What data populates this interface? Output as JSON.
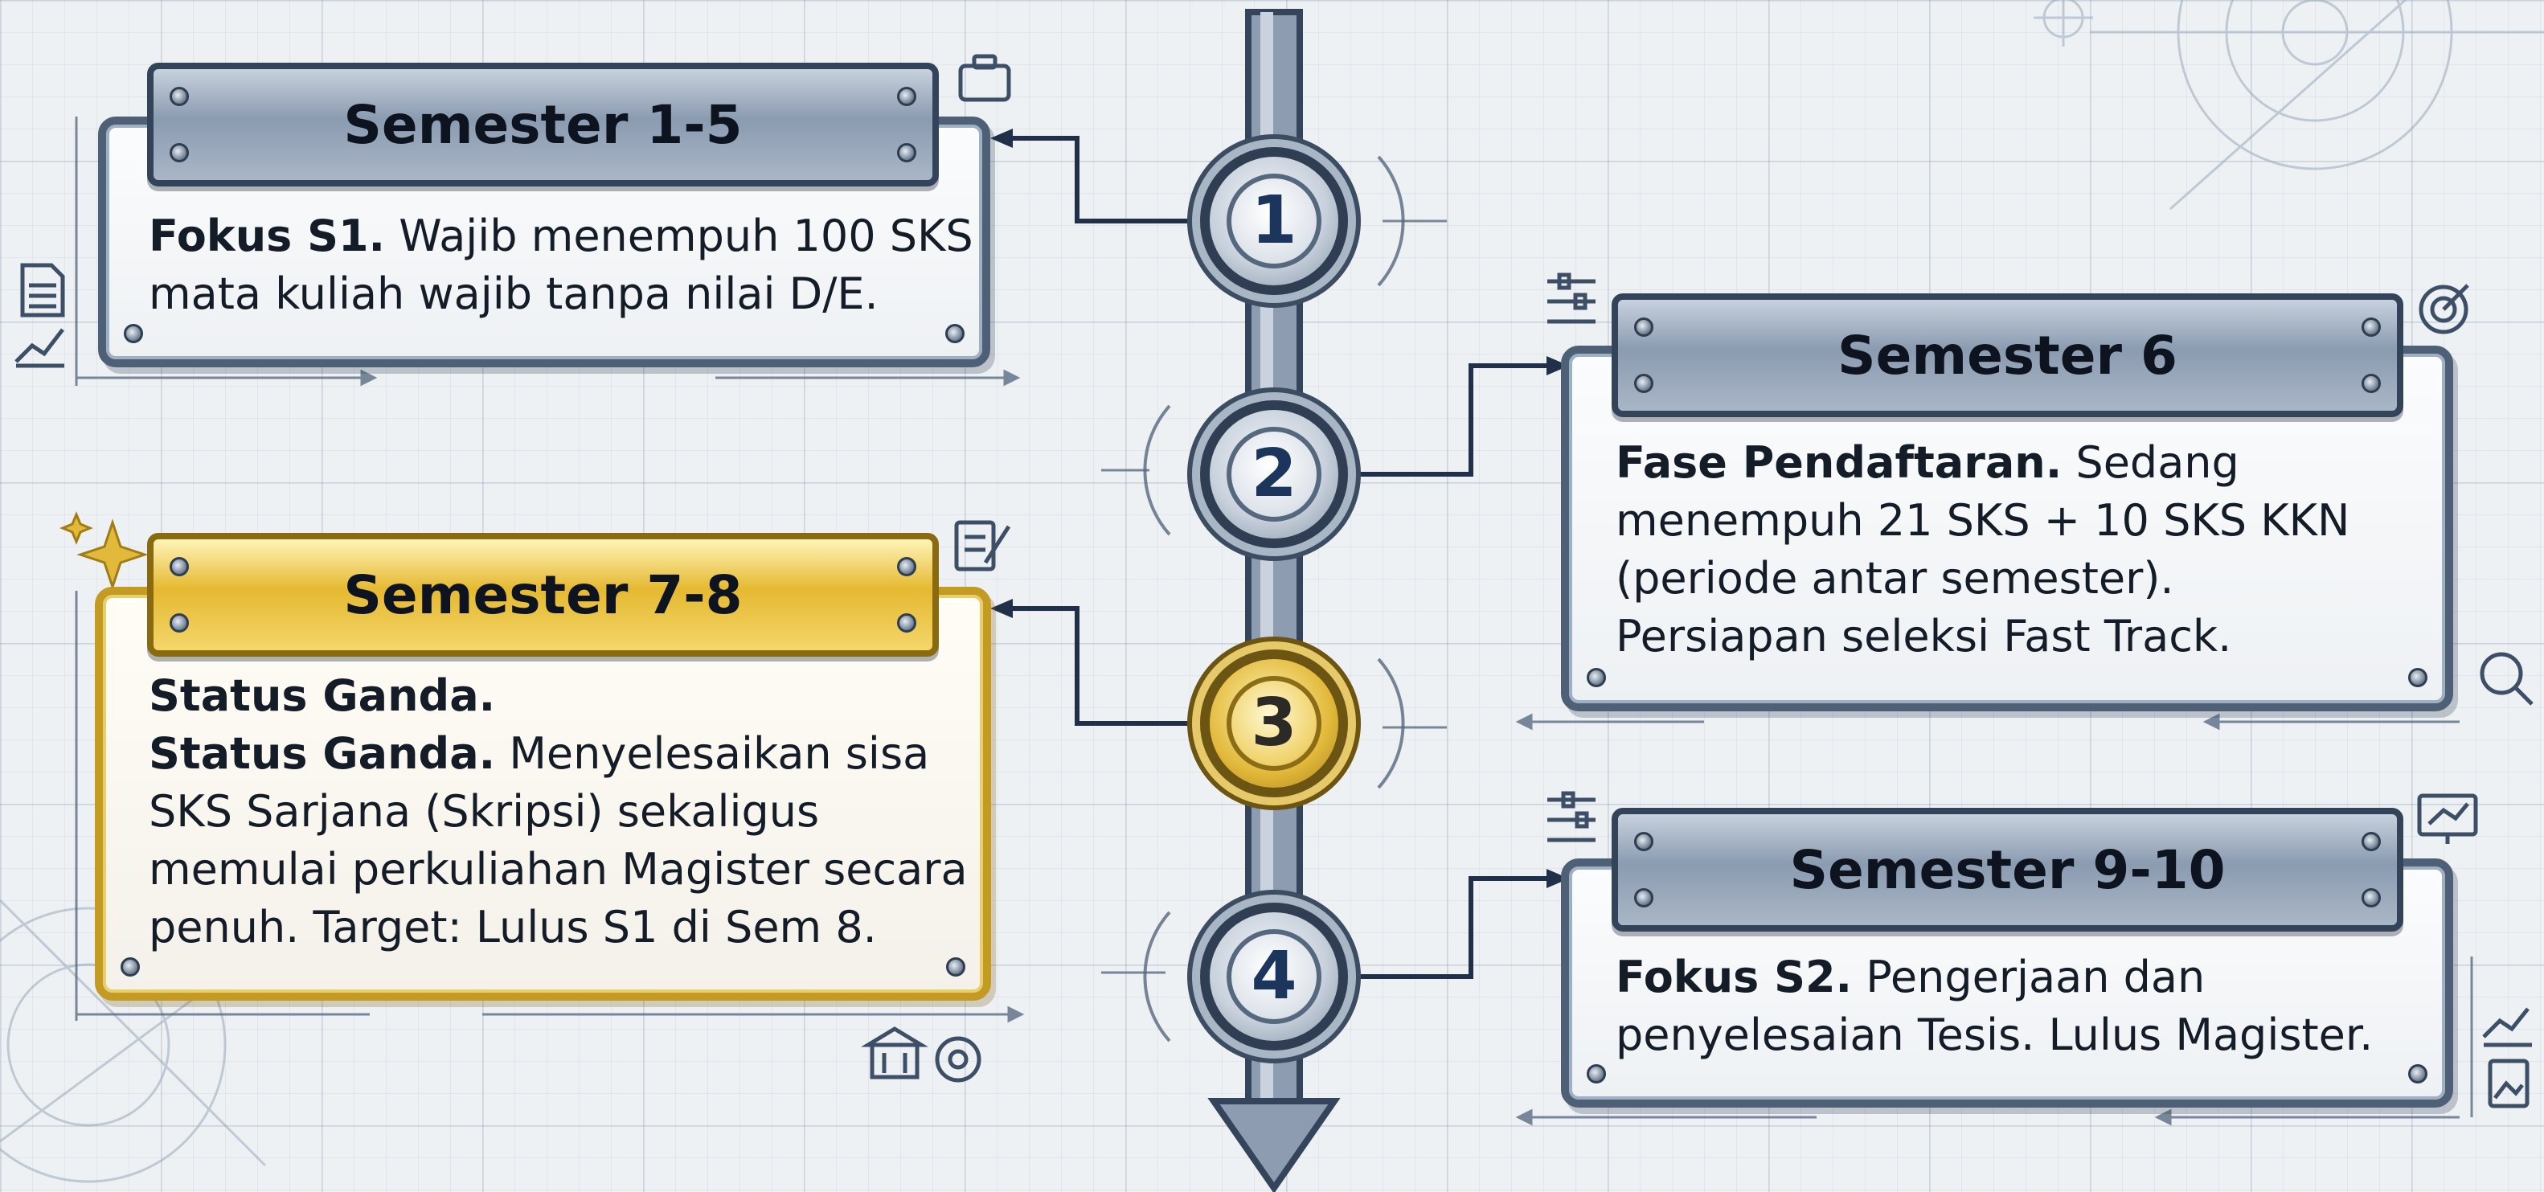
{
  "timeline": {
    "steps": [
      {
        "number": "1",
        "title": "Semester 1-5",
        "lead": "Fokus S1.",
        "lines": [
          "Wajib menempuh 100 SKS",
          "mata kuliah wajib tanpa nilai D/E."
        ],
        "highlight": false
      },
      {
        "number": "2",
        "title": "Semester 6",
        "lead": "Fase Pendaftaran.",
        "lines": [
          "Sedang",
          "menempuh 21 SKS + 10 SKS KKN",
          "(periode antar semester).",
          "Persiapan seleksi Fast Track."
        ],
        "highlight": false
      },
      {
        "number": "3",
        "title": "Semester 7-8",
        "heading": "Status Ganda.",
        "lead": "Status Ganda.",
        "lines": [
          "Menyelesaikan sisa",
          "SKS Sarjana (Skripsi) sekaligus",
          "memulai perkuliahan Magister secara",
          "penuh. Target: Lulus S1 di Sem 8."
        ],
        "highlight": true
      },
      {
        "number": "4",
        "title": "Semester 9-10",
        "lead": "Fokus S2.",
        "lines": [
          "Pengerjaan dan",
          "penyelesaian Tesis. Lulus Magister."
        ],
        "highlight": false
      }
    ]
  },
  "colors": {
    "steel": "#4e6076",
    "gold": "#c39a22",
    "text": "#141c28",
    "number": "#1b355c"
  },
  "icons": [
    "briefcase-icon",
    "document-icon",
    "growth-chart-icon",
    "sparkle-icon",
    "checklist-icon",
    "settings-sliders-icon",
    "target-icon",
    "magnifier-icon",
    "monitor-chart-icon",
    "building-icon",
    "gear-icon",
    "trend-chart-icon",
    "image-doc-icon",
    "crosshair-icon"
  ]
}
